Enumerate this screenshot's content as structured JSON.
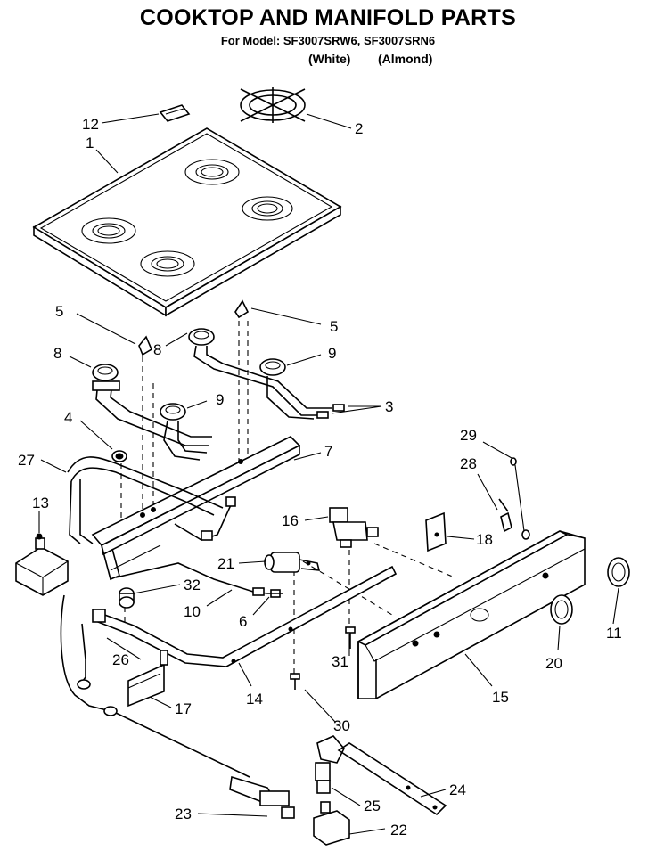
{
  "header": {
    "title": "COOKTOP AND MANIFOLD PARTS",
    "model_line": "For Model: SF3007SRW6, SF3007SRN6",
    "color_white": "(White)",
    "color_almond": "(Almond)"
  },
  "callouts": [
    {
      "id": "c12",
      "text": "12"
    },
    {
      "id": "c1",
      "text": "1"
    },
    {
      "id": "c2",
      "text": "2"
    },
    {
      "id": "c5a",
      "text": "5"
    },
    {
      "id": "c5b",
      "text": "5"
    },
    {
      "id": "c8a",
      "text": "8"
    },
    {
      "id": "c8b",
      "text": "8"
    },
    {
      "id": "c9a",
      "text": "9"
    },
    {
      "id": "c9b",
      "text": "9"
    },
    {
      "id": "c3",
      "text": "3"
    },
    {
      "id": "c4",
      "text": "4"
    },
    {
      "id": "c7",
      "text": "7"
    },
    {
      "id": "c27",
      "text": "27"
    },
    {
      "id": "c13",
      "text": "13"
    },
    {
      "id": "c29",
      "text": "29"
    },
    {
      "id": "c28",
      "text": "28"
    },
    {
      "id": "c16",
      "text": "16"
    },
    {
      "id": "c18",
      "text": "18"
    },
    {
      "id": "c21",
      "text": "21"
    },
    {
      "id": "c32",
      "text": "32"
    },
    {
      "id": "c10",
      "text": "10"
    },
    {
      "id": "c6",
      "text": "6"
    },
    {
      "id": "c11",
      "text": "11"
    },
    {
      "id": "c26",
      "text": "26"
    },
    {
      "id": "c31",
      "text": "31"
    },
    {
      "id": "c20",
      "text": "20"
    },
    {
      "id": "c17",
      "text": "17"
    },
    {
      "id": "c14",
      "text": "14"
    },
    {
      "id": "c15",
      "text": "15"
    },
    {
      "id": "c30",
      "text": "30"
    },
    {
      "id": "c24",
      "text": "24"
    },
    {
      "id": "c25",
      "text": "25"
    },
    {
      "id": "c23",
      "text": "23"
    },
    {
      "id": "c22",
      "text": "22"
    }
  ]
}
